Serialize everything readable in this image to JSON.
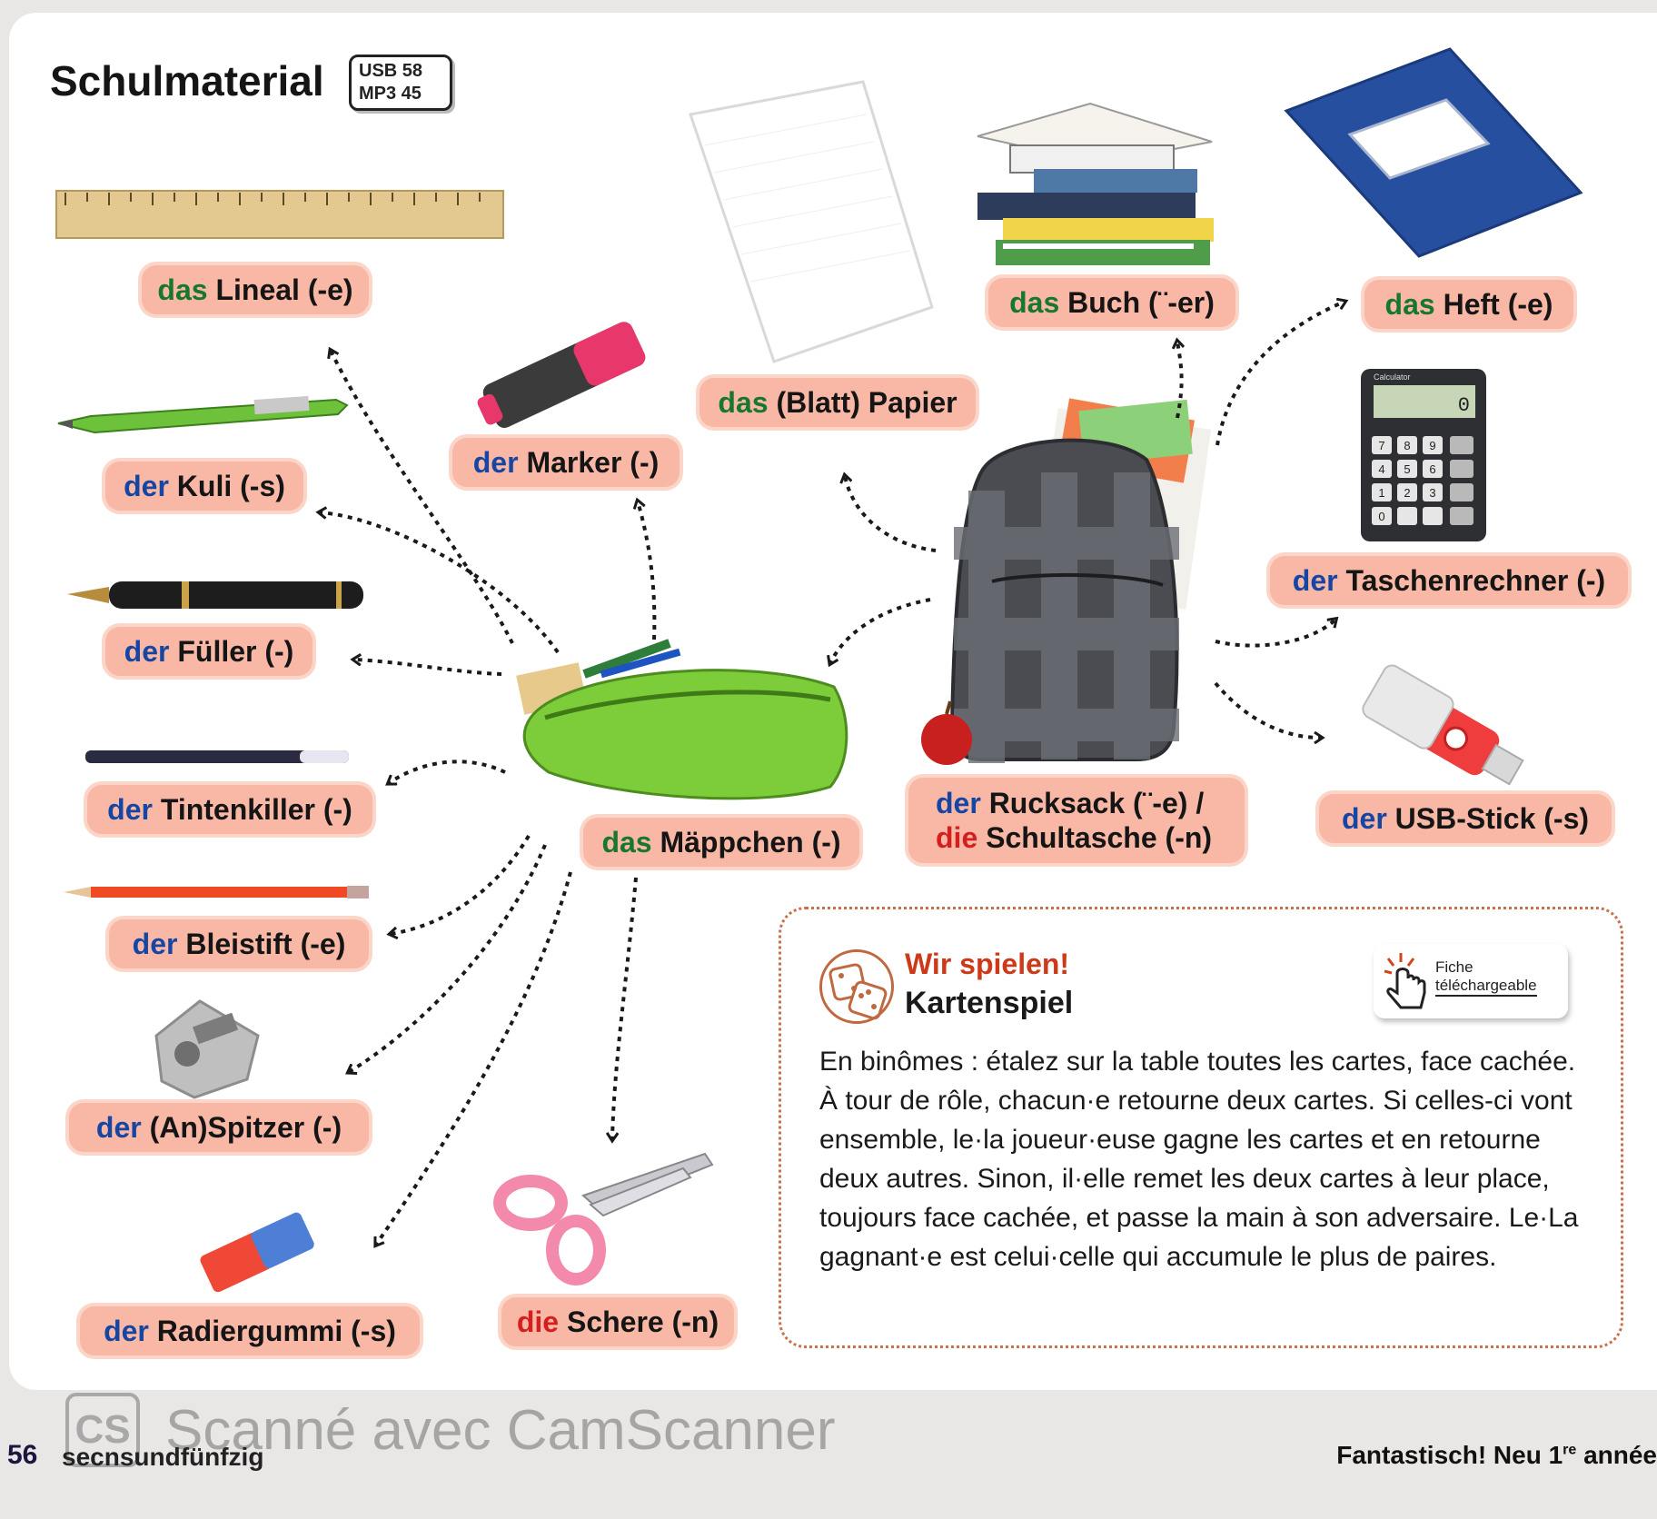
{
  "header": {
    "title": "Schulmaterial",
    "badge_line1": "USB 58",
    "badge_line2": "MP3 45"
  },
  "items": {
    "lineal": {
      "article": "das",
      "noun": "Lineal (-e)"
    },
    "kuli": {
      "article": "der",
      "noun": "Kuli (-s)"
    },
    "fueller": {
      "article": "der",
      "noun": "Füller (-)"
    },
    "tintenkiller": {
      "article": "der",
      "noun": "Tintenkiller (-)"
    },
    "bleistift": {
      "article": "der",
      "noun": "Bleistift (-e)"
    },
    "spitzer": {
      "article": "der",
      "noun": "(An)Spitzer (-)"
    },
    "radiergummi": {
      "article": "der",
      "noun": "Radiergummi (-s)"
    },
    "schere": {
      "article": "die",
      "noun": "Schere (-n)"
    },
    "marker": {
      "article": "der",
      "noun": "Marker (-)"
    },
    "papier": {
      "article": "das",
      "noun": "(Blatt) Papier"
    },
    "maeppchen": {
      "article": "das",
      "noun": "Mäppchen (-)"
    },
    "buch": {
      "article": "das",
      "noun": "Buch (¨-er)"
    },
    "heft": {
      "article": "das",
      "noun": "Heft (-e)"
    },
    "taschenrechner": {
      "article": "der",
      "noun": "Taschenrechner (-)"
    },
    "usb": {
      "article": "der",
      "noun": "USB-Stick (-s)"
    },
    "rucksack": {
      "article": "der",
      "noun": "Rucksack (¨-e) /"
    },
    "schultasche": {
      "article": "die",
      "noun": "Schultasche (-n)"
    }
  },
  "calculator_label": "Calculator",
  "calculator_display": "0",
  "calculator_keys": [
    "7",
    "8",
    "9",
    "4",
    "5",
    "6",
    "1",
    "2",
    "3",
    "0"
  ],
  "game": {
    "heading": "Wir spielen!",
    "subheading": "Kartenspiel",
    "fiche_line1": "Fiche",
    "fiche_line2": "téléchargeable",
    "body": "En binômes : étalez sur la table toutes les cartes,  face cachée. À tour de rôle, chacun·e retourne deux cartes. Si celles-ci vont ensemble, le·la joueur·euse gagne les cartes et en retourne deux autres. Sinon, il·elle remet les deux cartes à leur place, toujours face cachée, et passe la main à son adversaire. Le·La gagnant·e est celui·celle qui accumule le plus de paires."
  },
  "footer": {
    "page_number": "56",
    "page_word": "secnsundfünfzig",
    "book_title": "Fantastisch! Neu 1",
    "book_title_sup": "re",
    "book_title_end": " année"
  },
  "watermark": {
    "logo": "CS",
    "text": "Scanné avec CamScanner"
  },
  "colors": {
    "label_bg": "#f8b8a5",
    "der": "#1646a4",
    "das": "#17782c",
    "die": "#d51f1f",
    "game_heading": "#cc3a1a"
  }
}
